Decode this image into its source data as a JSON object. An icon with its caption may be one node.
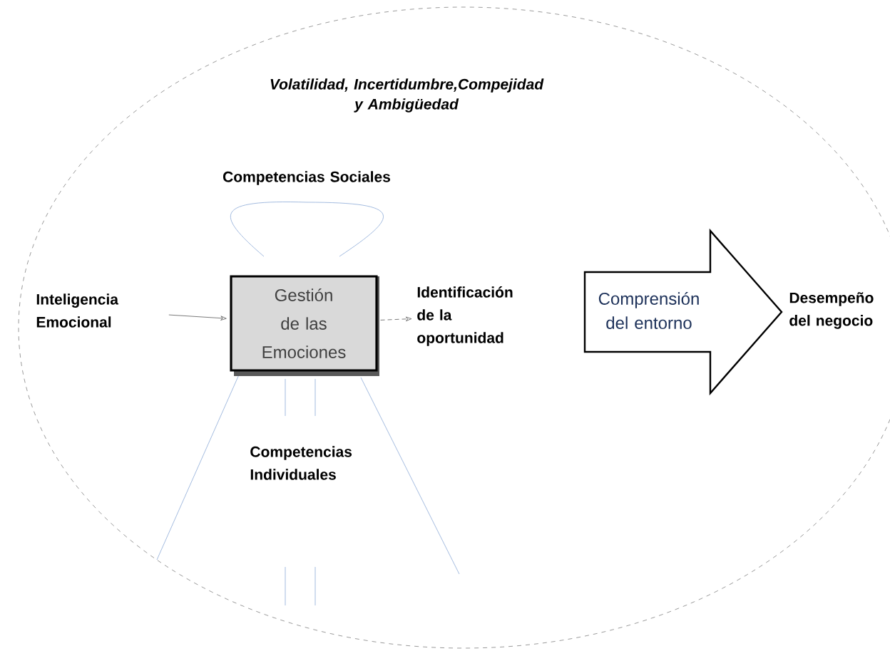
{
  "diagram": {
    "nodes": [
      {
        "text": [
          "Volatilidad, Incertidumbre,Compejidad y Ambigüedad"
        ]
      },
      {
        "text": [
          "Inteligencia Emocional"
        ],
        "in": 0
      },
      {
        "text": [
          "Gestión de las Emociones"
        ],
        "in": 0
      },
      {
        "text": [
          "Identificación de la oportunidad"
        ],
        "in": 0
      },
      {
        "text": [
          "Comprensión del entorno"
        ],
        "in": 0
      },
      {
        "text": [
          "Desempeño del negocio"
        ],
        "in": 0
      }
    ],
    "edges": [
      {
        "from": 1,
        "to": 2,
        "arrow": "to"
      },
      {
        "from": 2,
        "to": 3,
        "arrow": "to",
        "style": "dashed"
      }
    ],
    "labels": [
      "Competencias Sociales",
      "Competencias Individuales"
    ]
  }
}
